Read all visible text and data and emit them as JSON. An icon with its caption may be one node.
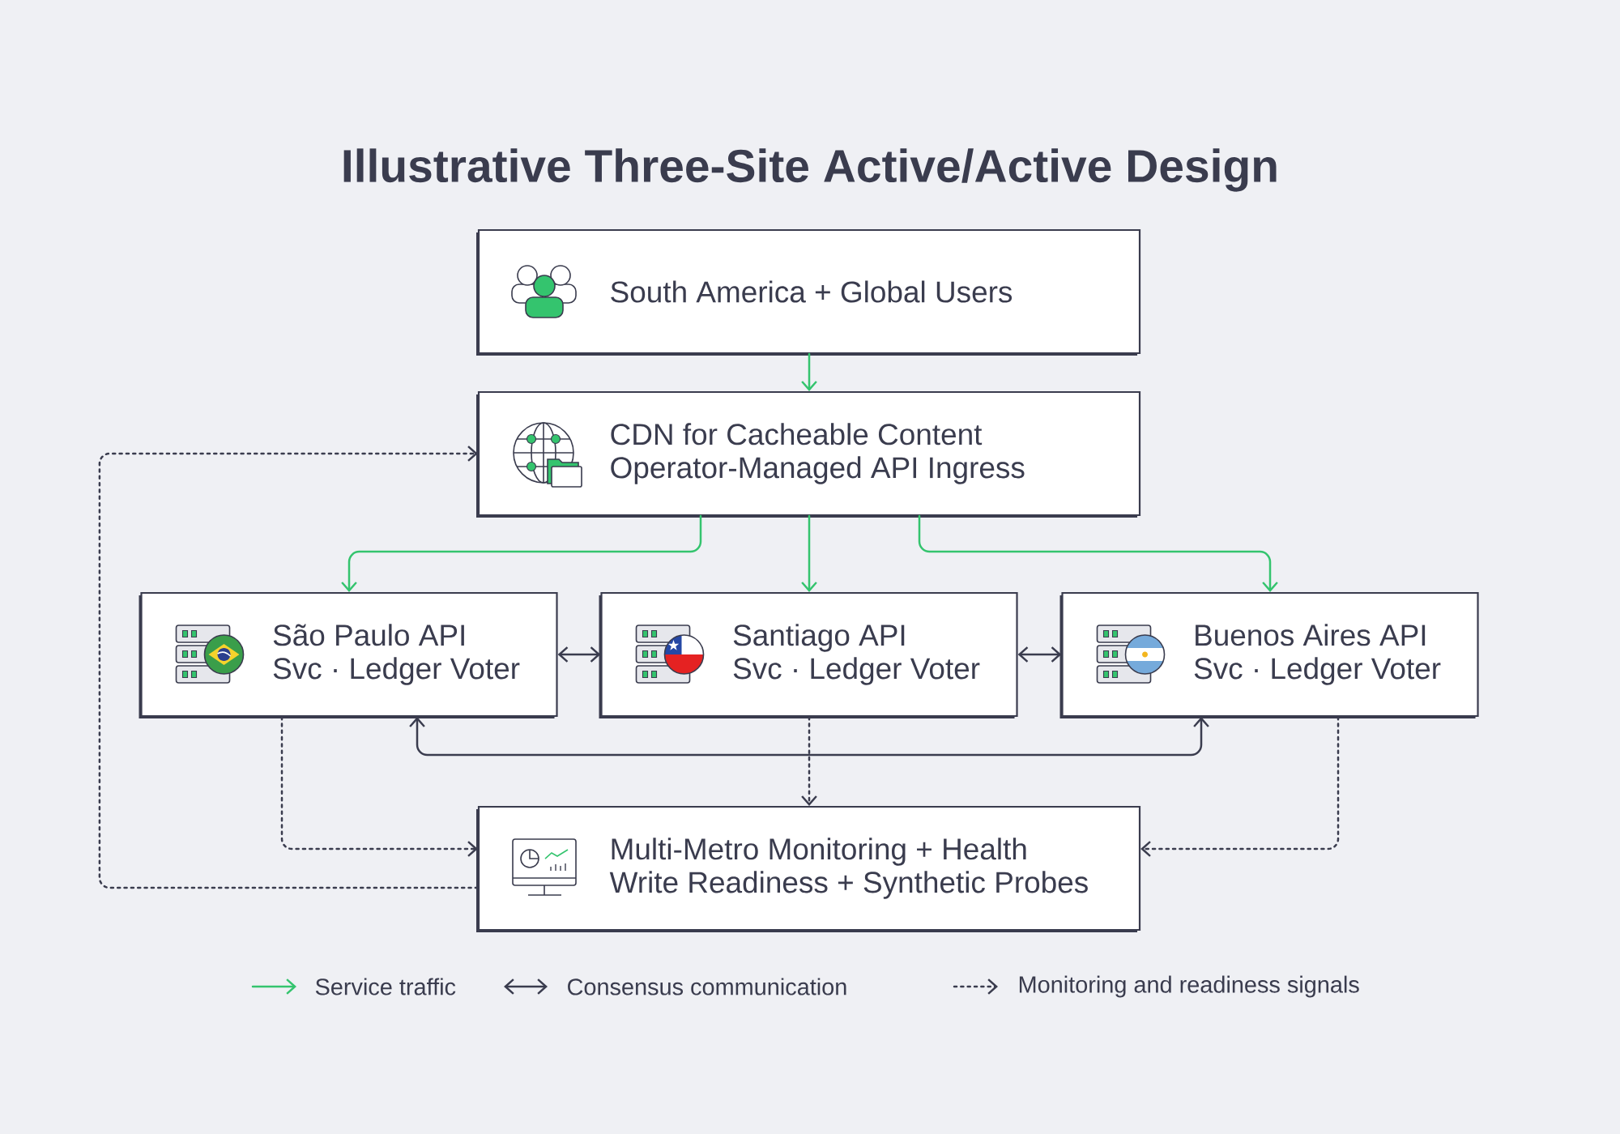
{
  "diagram": {
    "title": "Illustrative Three-Site Active/Active Design",
    "nodes": [
      {
        "text": [
          "South America + Global Users"
        ]
      },
      {
        "text": [
          "CDN for Cacheable Content",
          "Operator-Managed API Ingress"
        ]
      },
      {
        "text": [
          "São Paulo API",
          "Svc · Ledger Voter"
        ]
      },
      {
        "text": [
          "Santiago API",
          "Svc · Ledger Voter"
        ]
      },
      {
        "text": [
          "Buenos Aires API",
          "Svc · Ledger Voter"
        ]
      },
      {
        "text": [
          "Multi-Metro Monitoring + Health",
          "Write Readiness + Synthetic Probes"
        ]
      }
    ],
    "edges": [
      {
        "from": 0,
        "to": 1,
        "arrow": "to",
        "color": "#34c46e"
      },
      {
        "from": 1,
        "to": 2,
        "arrow": "to",
        "color": "#34c46e"
      },
      {
        "from": 1,
        "to": 3,
        "arrow": "to",
        "color": "#34c46e"
      },
      {
        "from": 1,
        "to": 4,
        "arrow": "to",
        "color": "#34c46e"
      },
      {
        "from": 2,
        "to": 3,
        "arrow": "both"
      },
      {
        "from": 3,
        "to": 4,
        "arrow": "both"
      },
      {
        "from": 2,
        "to": 4,
        "arrow": "both"
      },
      {
        "from": 2,
        "to": 5,
        "arrow": "to",
        "style": "dashed"
      },
      {
        "from": 3,
        "to": 5,
        "arrow": "to",
        "style": "dashed"
      },
      {
        "from": 4,
        "to": 5,
        "arrow": "to",
        "style": "dashed"
      },
      {
        "from": 5,
        "to": 1,
        "arrow": "to",
        "style": "dashed"
      }
    ],
    "legend": [
      {
        "text": "Service traffic"
      },
      {
        "text": "Consensus communication"
      },
      {
        "text": "Monitoring and readiness signals"
      }
    ]
  }
}
